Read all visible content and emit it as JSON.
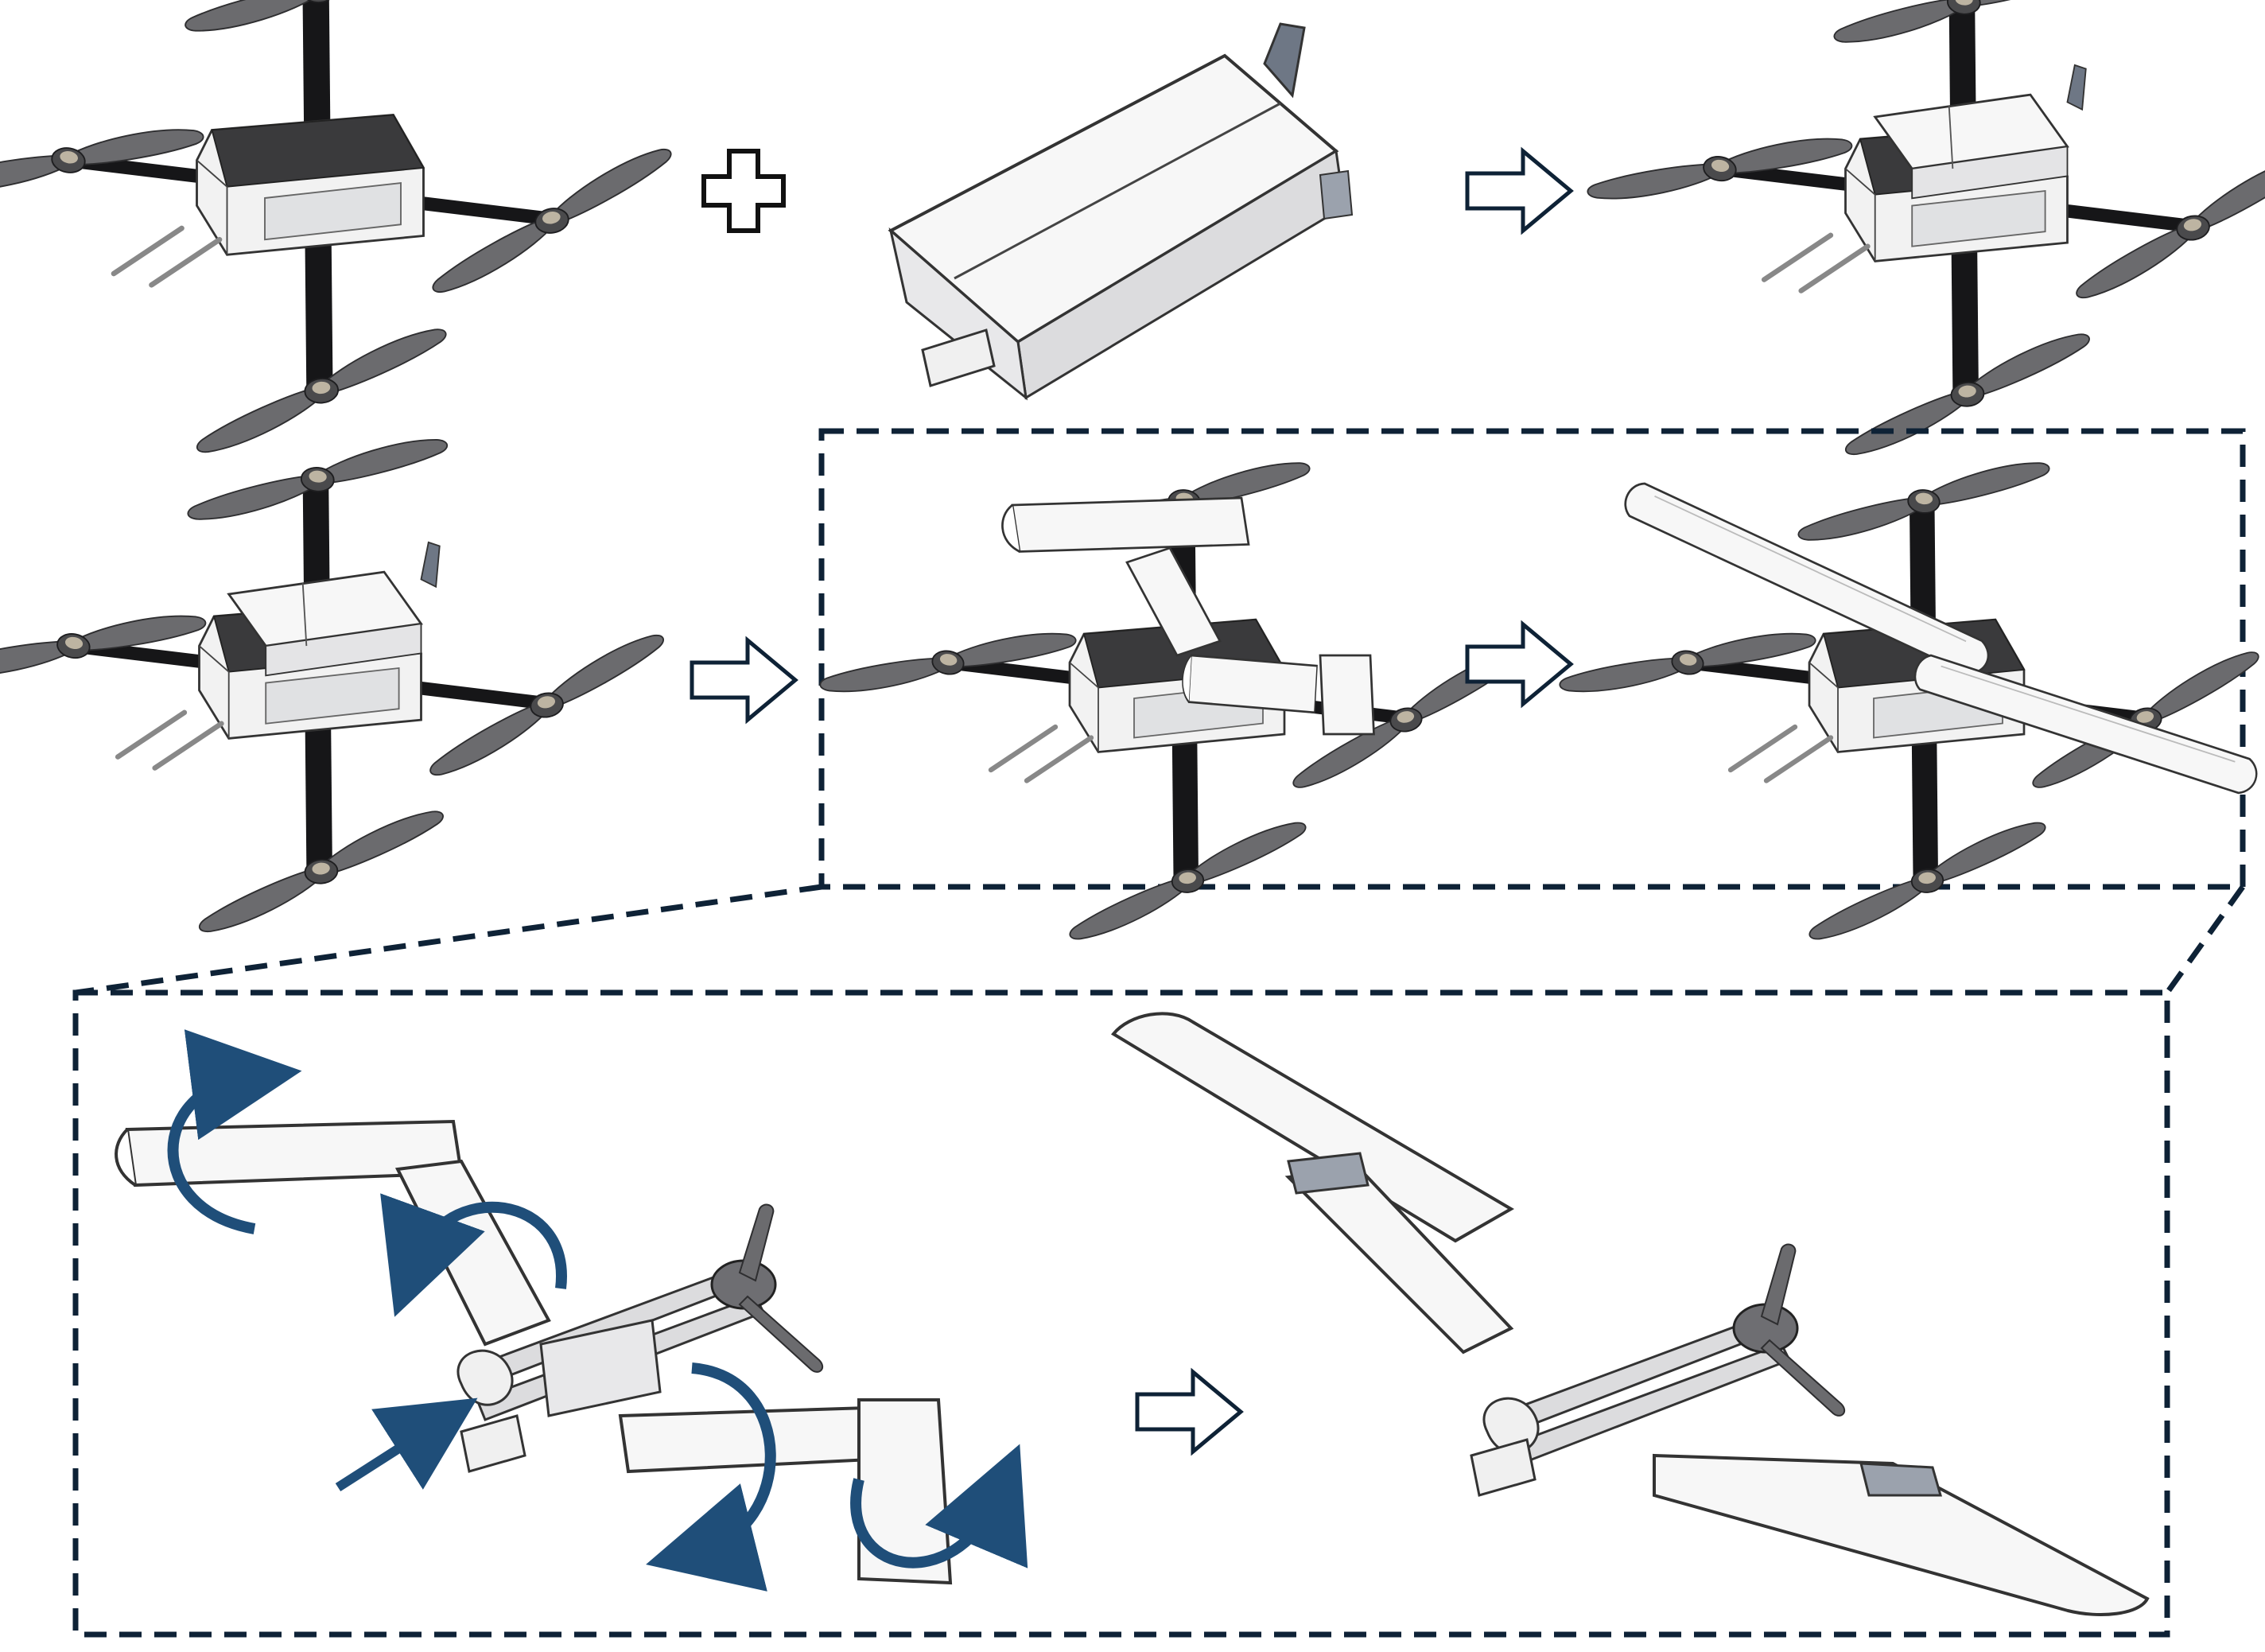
{
  "colors": {
    "outline": "#0e2236",
    "accent": "#1f4e79",
    "carbon": "#3a3a3c",
    "carbon_light": "#5a5a5e",
    "frame": "#161618",
    "shell": "#f5f5f5",
    "shell_edge": "#3a3a3a",
    "shadow": "#c9cacc",
    "slate": "#6e7785"
  },
  "icons": {
    "plus": "plus-icon",
    "step_arrow": "arrow-right-icon",
    "rotation_arrow": "curved-arrow-icon",
    "push_arrow": "straight-arrow-icon"
  },
  "panels": {
    "row1": [
      "quadrotor-base",
      "folded-wing-module",
      "assembled-stowed"
    ],
    "row2": [
      "assembled-stowed-repeat",
      "wing-unfolding",
      "wing-deployed"
    ],
    "detail": [
      "mechanism-unfolding",
      "mechanism-deployed"
    ]
  }
}
